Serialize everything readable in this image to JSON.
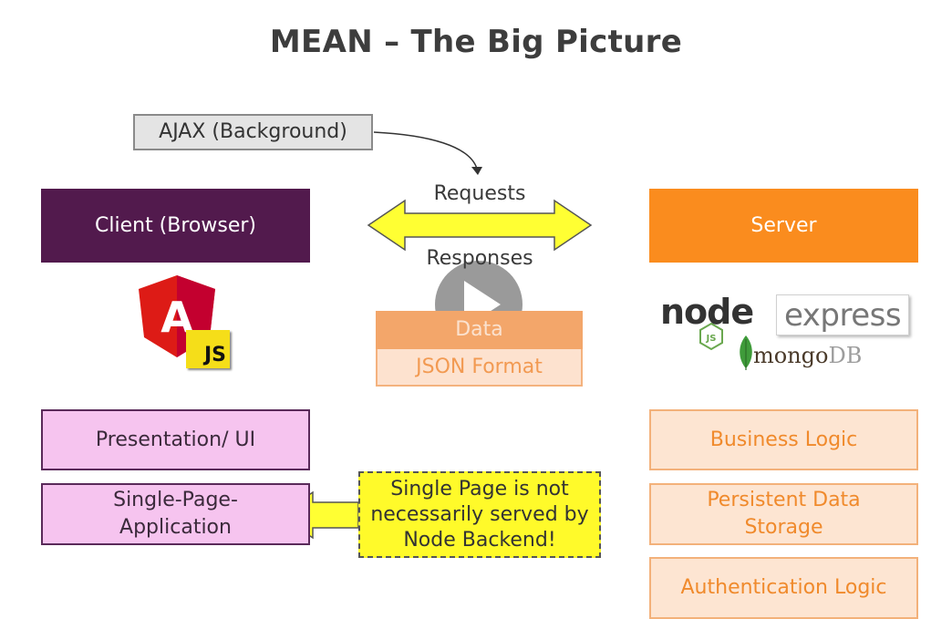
{
  "title": "MEAN – The Big Picture",
  "ajax_label": "AJAX (Background)",
  "client_label": "Client (Browser)",
  "server_label": "Server",
  "requests_label": "Requests",
  "responses_label": "Responses",
  "data_label": "Data",
  "json_label": "JSON Format",
  "left_boxes": [
    "Presentation/ UI",
    "Single-Page-\nApplication"
  ],
  "right_boxes": [
    "Business Logic",
    "Persistent Data\nStorage",
    "Authentication Logic"
  ],
  "note_label": "Single Page is not necessarily served by Node Backend!",
  "logos": {
    "node": "node",
    "node_js": "JS",
    "express": "express",
    "mongo": "mongo",
    "mongo_db": "DB",
    "angular_js": "JS",
    "angular_letter": "A"
  },
  "colors": {
    "client": "#521a4d",
    "server": "#fa8c1e",
    "arrow_fill": "#ffff33",
    "pink_box": "#f6c4ef",
    "peach_box": "#fde5d2",
    "note": "#fffa2a",
    "angular_red": "#dd1b16"
  },
  "icons": [
    "play-icon",
    "angular-logo",
    "node-logo",
    "express-logo",
    "mongodb-logo",
    "leaf-icon"
  ]
}
